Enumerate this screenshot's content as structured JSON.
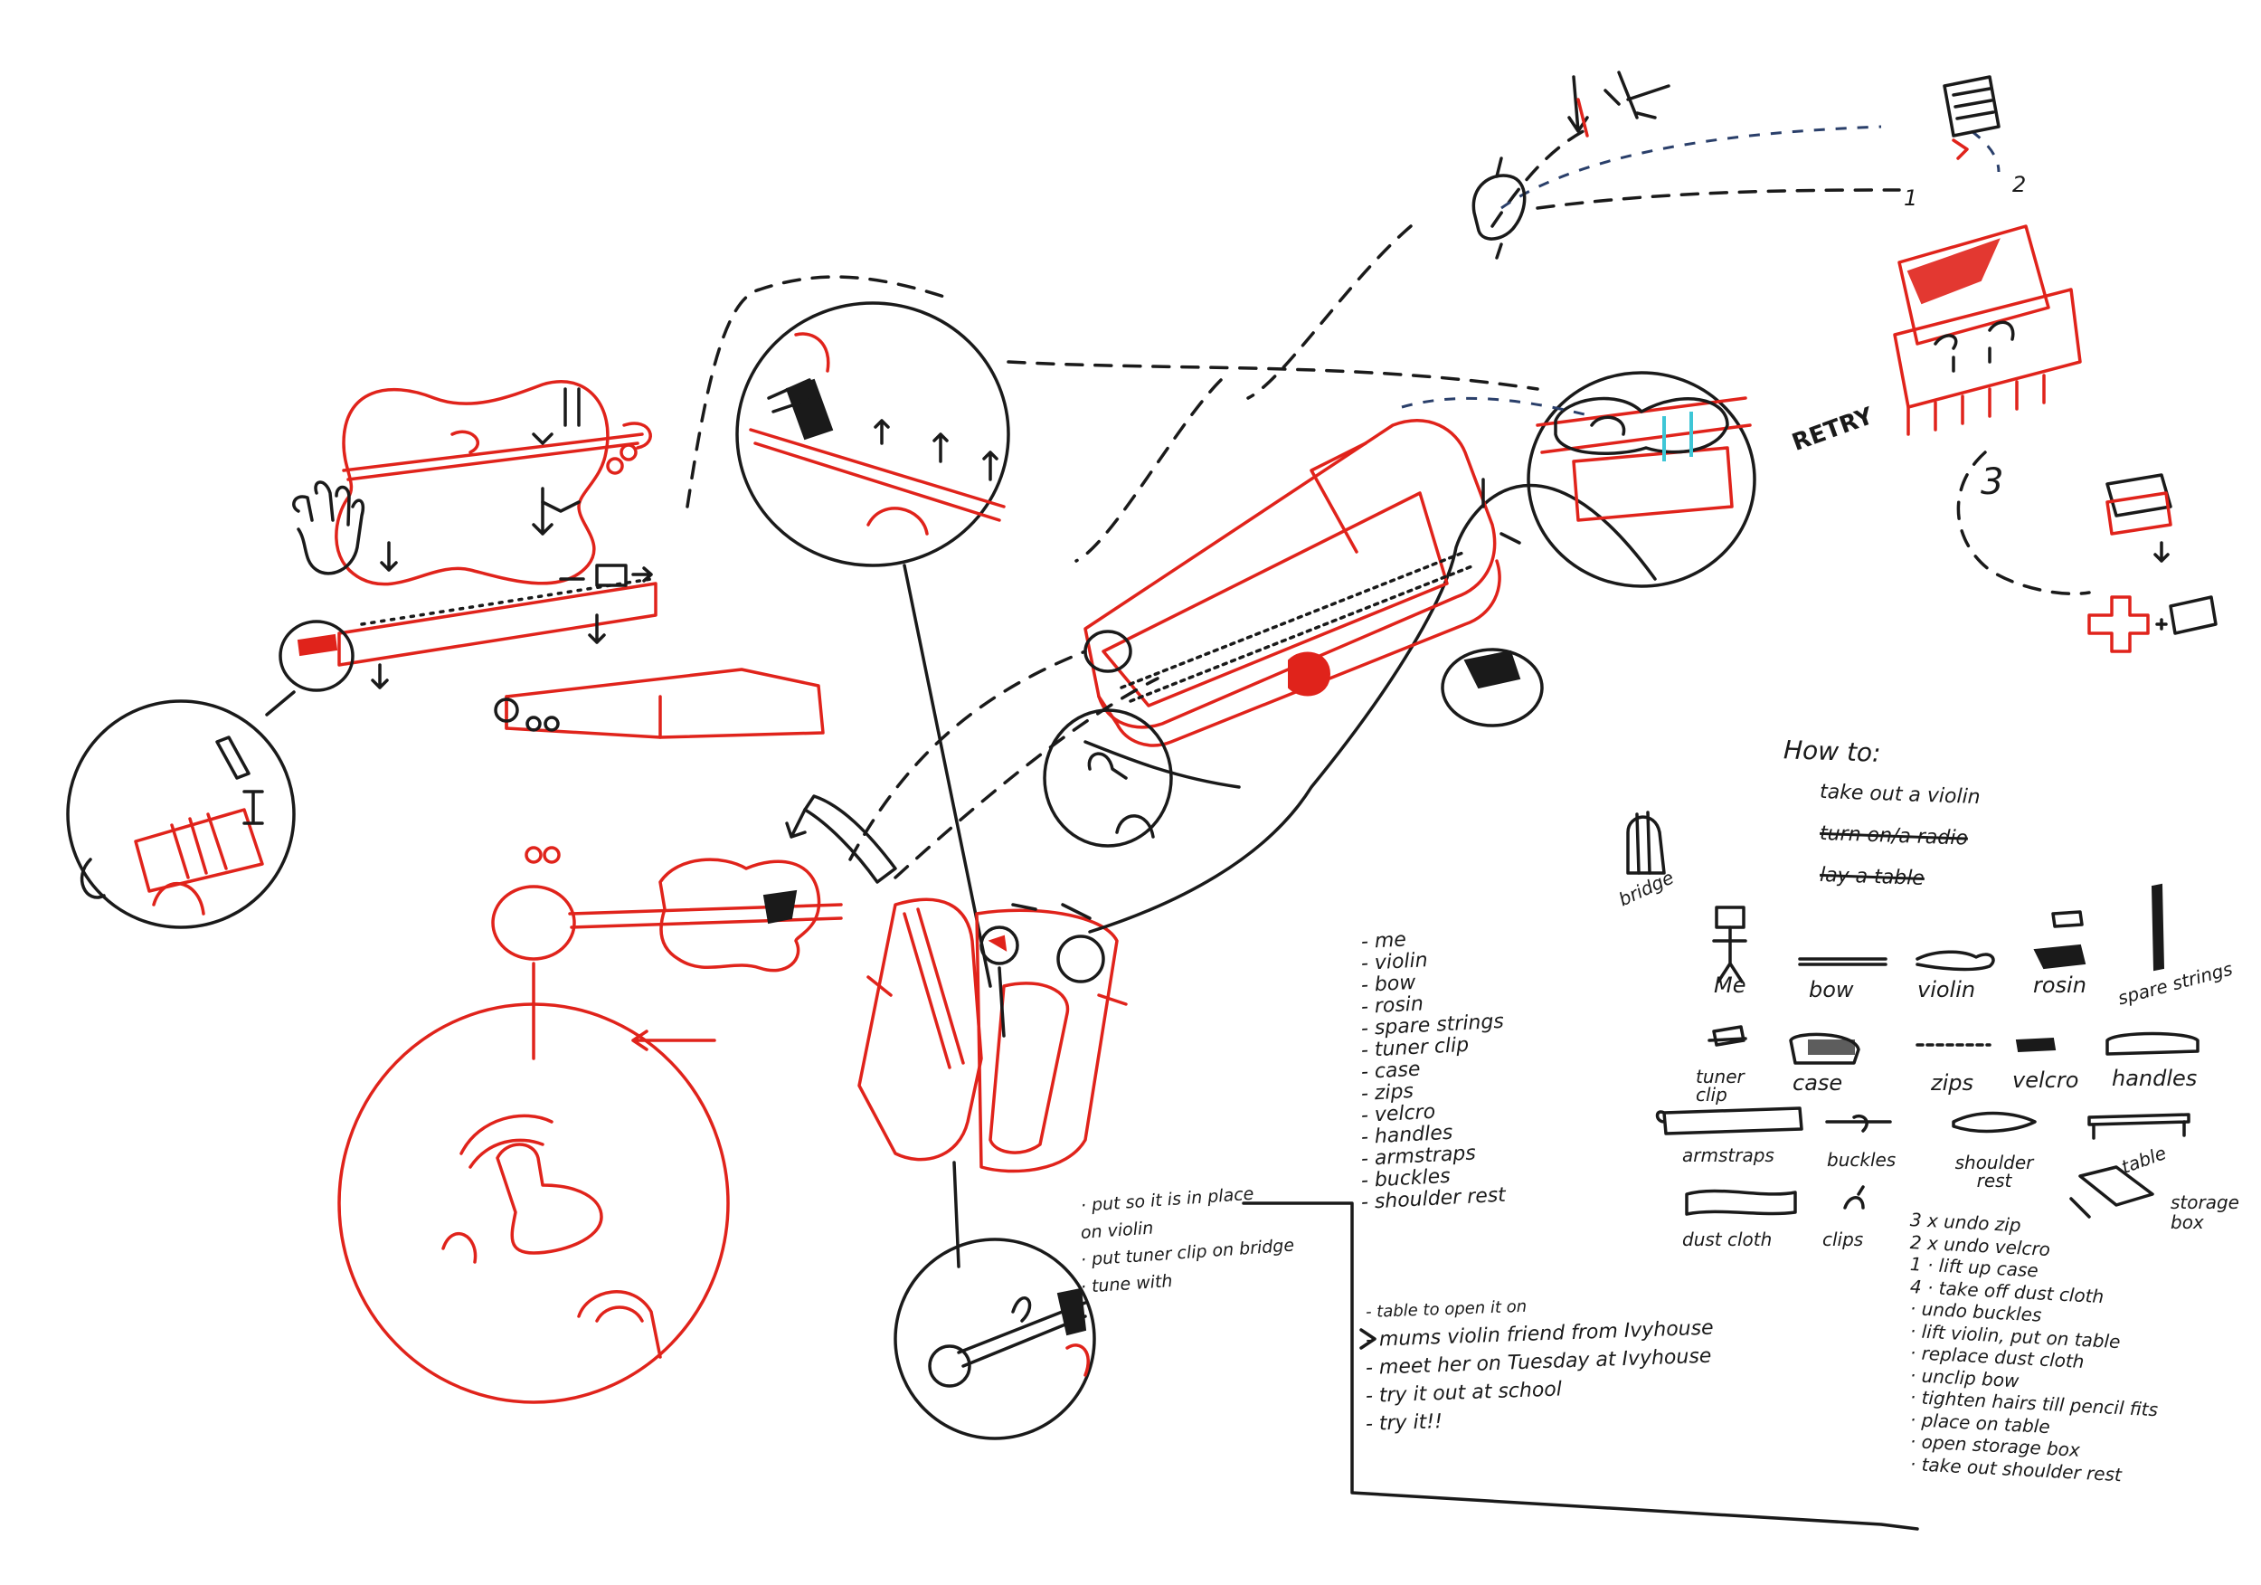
{
  "retry_label": "RETRY",
  "numbers": {
    "n1": "1",
    "n2": "2",
    "n3": "3"
  },
  "bridge_label": "bridge",
  "how_to": {
    "title": "How to:",
    "items": [
      "take out a violin",
      "turn on/a radio",
      "lay a table"
    ]
  },
  "legend": {
    "me": "Me",
    "bow": "bow",
    "violin": "violin",
    "rosin": "rosin",
    "spare_strings": "spare strings",
    "tuner_clip": "tuner clip",
    "case": "case",
    "zips": "zips",
    "velcro": "velcro",
    "handles": "handles",
    "armstraps": "armstraps",
    "buckles": "buckles",
    "shoulder_rest": "shoulder rest",
    "table": "table",
    "storage_box": "storage box",
    "dust_cloth": "dust cloth",
    "clips": "clips"
  },
  "items_list": [
    "- me",
    "- violin",
    "- bow",
    "- rosin",
    "- spare strings",
    "- tuner clip",
    "- case",
    "- zips",
    "- velcro",
    "- handles",
    "- armstraps",
    "- buckles",
    "- shoulder rest"
  ],
  "notes": [
    "- table to open it on",
    "- mums violin friend from Ivyhouse",
    "- meet her on Tuesday at Ivyhouse",
    "- try it out at school",
    "- try it!!"
  ],
  "tuning_notes": [
    "· put so it is in place",
    "on violin",
    "· put tuner clip on bridge",
    "· tune with"
  ],
  "steps": [
    "3 x undo zip",
    "2 x undo velcro",
    "1 · lift up case",
    "4 · take off dust cloth",
    "· undo buckles",
    "· lift violin, put on table",
    "· replace dust cloth",
    "· unclip bow",
    "· tighten hairs till pencil fits",
    "· place on table",
    "· open storage box",
    "· take out shoulder rest"
  ]
}
